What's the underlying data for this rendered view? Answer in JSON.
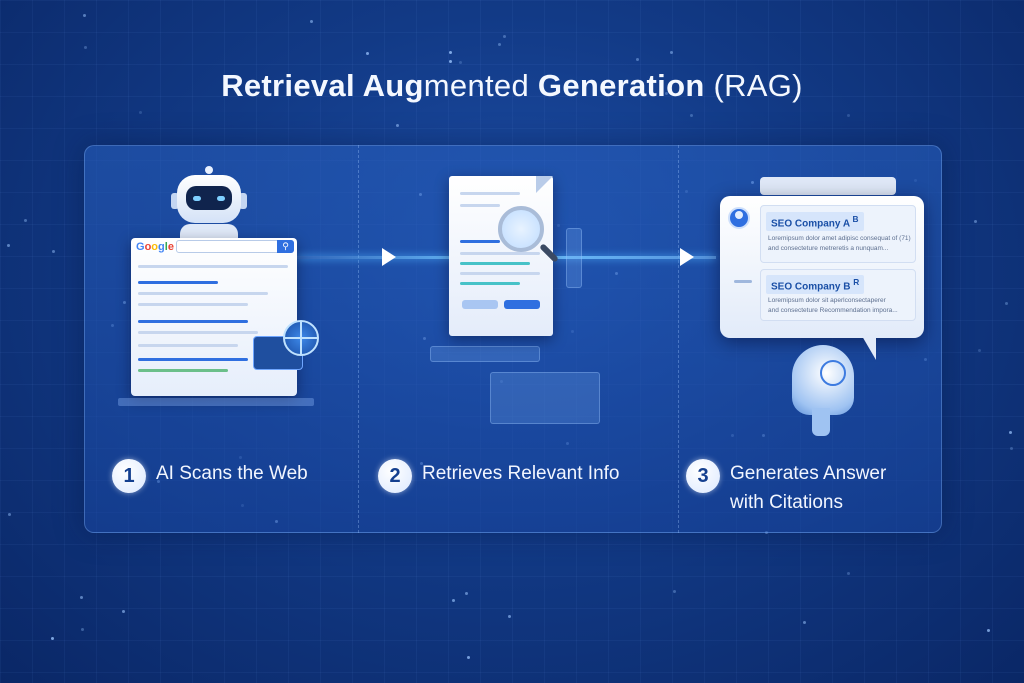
{
  "title": {
    "bold1": "Retrieval Aug",
    "mid": "mented ",
    "bold2": "Generation",
    "paren": " (RAG)"
  },
  "steps": [
    {
      "num": "1",
      "label": "AI Scans the Web"
    },
    {
      "num": "2",
      "label": "Retrieves Relevant Info"
    },
    {
      "num": "3",
      "label": "Generates Answer with Citations"
    }
  ],
  "browser": {
    "logo": [
      "G",
      "o",
      "o",
      "g",
      "l",
      "e"
    ],
    "search_icon": "magnifier-icon"
  },
  "citations": [
    {
      "title": "SEO Company A",
      "marker": "B",
      "text_line1": "Loremipsum dolor amet adipisc consequat of (71)",
      "text_line2": "and consecteture metreretis a nunquam..."
    },
    {
      "title": "SEO Company B",
      "marker": "R",
      "text_line1": "Loremipsum dolor sit aperlconsectaperer",
      "text_line2": "and consecteture Recommendation impora..."
    }
  ],
  "colors": {
    "accent": "#2f6fe0",
    "flow": "#6ec3ff",
    "panel": "#1d4fa8"
  },
  "icons": [
    "robot-icon",
    "globe-icon",
    "document-icon",
    "magnifier-icon",
    "user-icon",
    "ai-head-icon",
    "arrow-right-icon"
  ]
}
